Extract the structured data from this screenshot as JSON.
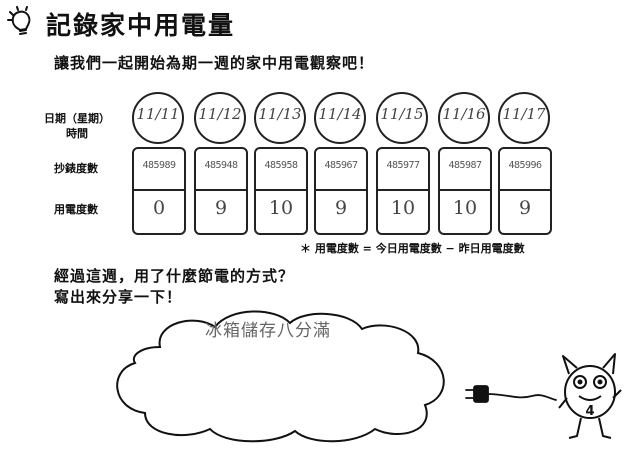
{
  "header": {
    "title": "記錄家中用電量",
    "intro": "讓我們一起開始為期一週的家中用電觀察吧！"
  },
  "table": {
    "row_labels": {
      "date": "日期（星期）\n時間",
      "meter": "抄錶度數",
      "usage": "用電度數"
    },
    "columns": [
      {
        "date": "11/11",
        "meter": "485989",
        "usage": "0"
      },
      {
        "date": "11/12",
        "meter": "485948",
        "usage": "9"
      },
      {
        "date": "11/13",
        "meter": "485958",
        "usage": "10"
      },
      {
        "date": "11/14",
        "meter": "485967",
        "usage": "9"
      },
      {
        "date": "11/15",
        "meter": "485977",
        "usage": "10"
      },
      {
        "date": "11/16",
        "meter": "485987",
        "usage": "10"
      },
      {
        "date": "11/17",
        "meter": "485996",
        "usage": "9"
      }
    ],
    "formula": "＊ 用電度數 = 今日用電度數 − 昨日用電度數"
  },
  "question": {
    "line1": "經過這週，用了什麼節電的方式？",
    "line2": "寫出來分享一下！",
    "answer": "冰箱儲存八分滿"
  },
  "mascot": {
    "badge": "4"
  }
}
